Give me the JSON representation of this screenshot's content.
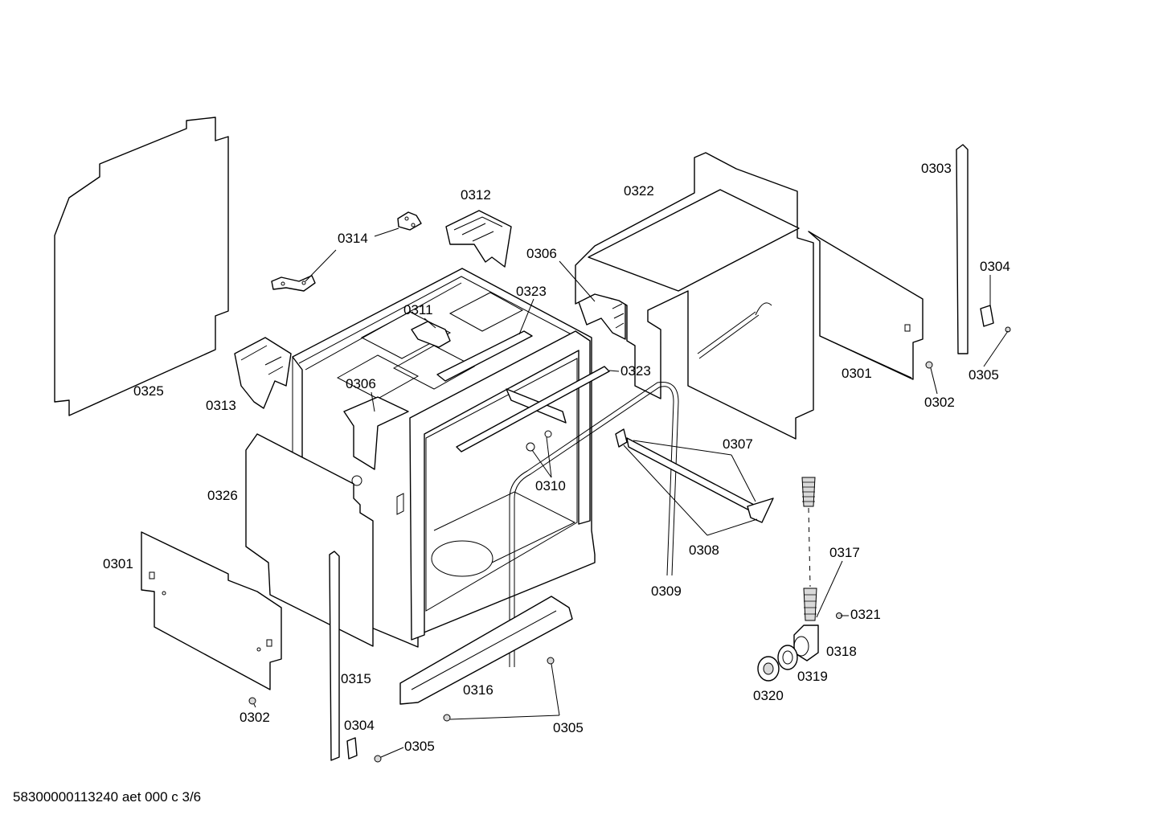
{
  "labels": [
    {
      "id": "0325",
      "text": "0325"
    },
    {
      "id": "0314",
      "text": "0314"
    },
    {
      "id": "0312",
      "text": "0312"
    },
    {
      "id": "0322",
      "text": "0322"
    },
    {
      "id": "0303",
      "text": "0303"
    },
    {
      "id": "0306a",
      "text": "0306"
    },
    {
      "id": "0323a",
      "text": "0323"
    },
    {
      "id": "0311",
      "text": "0311"
    },
    {
      "id": "0304a",
      "text": "0304"
    },
    {
      "id": "0313",
      "text": "0313"
    },
    {
      "id": "0306b",
      "text": "0306"
    },
    {
      "id": "0323b",
      "text": "0323"
    },
    {
      "id": "0301a",
      "text": "0301"
    },
    {
      "id": "0305a",
      "text": "0305"
    },
    {
      "id": "0302a",
      "text": "0302"
    },
    {
      "id": "0307",
      "text": "0307"
    },
    {
      "id": "0326",
      "text": "0326"
    },
    {
      "id": "0310",
      "text": "0310"
    },
    {
      "id": "0308",
      "text": "0308"
    },
    {
      "id": "0317",
      "text": "0317"
    },
    {
      "id": "0301b",
      "text": "0301"
    },
    {
      "id": "0309",
      "text": "0309"
    },
    {
      "id": "0321",
      "text": "0321"
    },
    {
      "id": "0318",
      "text": "0318"
    },
    {
      "id": "0319",
      "text": "0319"
    },
    {
      "id": "0315",
      "text": "0315"
    },
    {
      "id": "0320",
      "text": "0320"
    },
    {
      "id": "0316",
      "text": "0316"
    },
    {
      "id": "0302b",
      "text": "0302"
    },
    {
      "id": "0304b",
      "text": "0304"
    },
    {
      "id": "0305b",
      "text": "0305"
    },
    {
      "id": "0305c",
      "text": "0305"
    }
  ],
  "footer": "58300000113240 aet 000 c 3/6"
}
